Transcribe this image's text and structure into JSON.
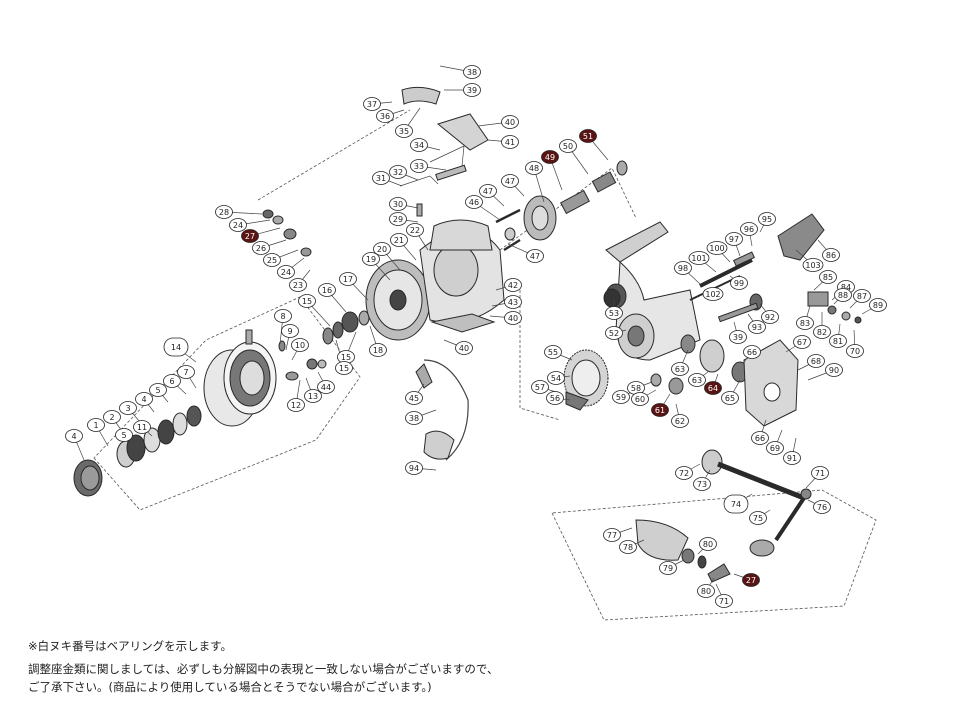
{
  "callouts": [
    {
      "n": "38",
      "b": false
    },
    {
      "n": "39",
      "b": false
    },
    {
      "n": "37",
      "b": false
    },
    {
      "n": "36",
      "b": false
    },
    {
      "n": "35",
      "b": false
    },
    {
      "n": "40",
      "b": false
    },
    {
      "n": "41",
      "b": false
    },
    {
      "n": "34",
      "b": false
    },
    {
      "n": "33",
      "b": false
    },
    {
      "n": "32",
      "b": false
    },
    {
      "n": "31",
      "b": false
    },
    {
      "n": "51",
      "b": true
    },
    {
      "n": "50",
      "b": false
    },
    {
      "n": "49",
      "b": true
    },
    {
      "n": "48",
      "b": false
    },
    {
      "n": "47",
      "b": false
    },
    {
      "n": "47",
      "b": false
    },
    {
      "n": "46",
      "b": false
    },
    {
      "n": "47",
      "b": false
    },
    {
      "n": "30",
      "b": false
    },
    {
      "n": "29",
      "b": false
    },
    {
      "n": "28",
      "b": false
    },
    {
      "n": "24",
      "b": false
    },
    {
      "n": "27",
      "b": true
    },
    {
      "n": "26",
      "b": false
    },
    {
      "n": "25",
      "b": false
    },
    {
      "n": "24",
      "b": false
    },
    {
      "n": "23",
      "b": false
    },
    {
      "n": "22",
      "b": false
    },
    {
      "n": "21",
      "b": false
    },
    {
      "n": "20",
      "b": false
    },
    {
      "n": "19",
      "b": false
    },
    {
      "n": "17",
      "b": false
    },
    {
      "n": "16",
      "b": false
    },
    {
      "n": "15",
      "b": false
    },
    {
      "n": "15",
      "b": false
    },
    {
      "n": "15",
      "b": false
    },
    {
      "n": "18",
      "b": false
    },
    {
      "n": "42",
      "b": false
    },
    {
      "n": "43",
      "b": false
    },
    {
      "n": "40",
      "b": false
    },
    {
      "n": "40",
      "b": false
    },
    {
      "n": "8",
      "b": false
    },
    {
      "n": "9",
      "b": false
    },
    {
      "n": "10",
      "b": false
    },
    {
      "n": "14",
      "b": false
    },
    {
      "n": "7",
      "b": false
    },
    {
      "n": "6",
      "b": false
    },
    {
      "n": "5",
      "b": false
    },
    {
      "n": "4",
      "b": false
    },
    {
      "n": "3",
      "b": false
    },
    {
      "n": "2",
      "b": false
    },
    {
      "n": "1",
      "b": false
    },
    {
      "n": "4",
      "b": false
    },
    {
      "n": "5",
      "b": false
    },
    {
      "n": "11",
      "b": false
    },
    {
      "n": "12",
      "b": false
    },
    {
      "n": "13",
      "b": false
    },
    {
      "n": "44",
      "b": false
    },
    {
      "n": "45",
      "b": false
    },
    {
      "n": "38",
      "b": false
    },
    {
      "n": "94",
      "b": false
    },
    {
      "n": "95",
      "b": false
    },
    {
      "n": "96",
      "b": false
    },
    {
      "n": "97",
      "b": false
    },
    {
      "n": "100",
      "b": false
    },
    {
      "n": "101",
      "b": false
    },
    {
      "n": "98",
      "b": false
    },
    {
      "n": "99",
      "b": false
    },
    {
      "n": "102",
      "b": false
    },
    {
      "n": "53",
      "b": false
    },
    {
      "n": "52",
      "b": false
    },
    {
      "n": "55",
      "b": false
    },
    {
      "n": "54",
      "b": false
    },
    {
      "n": "57",
      "b": false
    },
    {
      "n": "56",
      "b": false
    },
    {
      "n": "58",
      "b": false
    },
    {
      "n": "59",
      "b": false
    },
    {
      "n": "60",
      "b": false
    },
    {
      "n": "61",
      "b": true
    },
    {
      "n": "62",
      "b": false
    },
    {
      "n": "63",
      "b": false
    },
    {
      "n": "63",
      "b": false
    },
    {
      "n": "64",
      "b": true
    },
    {
      "n": "65",
      "b": false
    },
    {
      "n": "66",
      "b": false
    },
    {
      "n": "66",
      "b": false
    },
    {
      "n": "67",
      "b": false
    },
    {
      "n": "68",
      "b": false
    },
    {
      "n": "69",
      "b": false
    },
    {
      "n": "90",
      "b": false
    },
    {
      "n": "91",
      "b": false
    },
    {
      "n": "92",
      "b": false
    },
    {
      "n": "93",
      "b": false
    },
    {
      "n": "39",
      "b": false
    },
    {
      "n": "103",
      "b": false
    },
    {
      "n": "86",
      "b": false
    },
    {
      "n": "85",
      "b": false
    },
    {
      "n": "84",
      "b": false
    },
    {
      "n": "87",
      "b": false
    },
    {
      "n": "89",
      "b": false
    },
    {
      "n": "88",
      "b": false
    },
    {
      "n": "83",
      "b": false
    },
    {
      "n": "82",
      "b": false
    },
    {
      "n": "81",
      "b": false
    },
    {
      "n": "70",
      "b": false
    },
    {
      "n": "71",
      "b": false
    },
    {
      "n": "72",
      "b": false
    },
    {
      "n": "73",
      "b": false
    },
    {
      "n": "74",
      "b": false
    },
    {
      "n": "75",
      "b": false
    },
    {
      "n": "76",
      "b": false
    },
    {
      "n": "77",
      "b": false
    },
    {
      "n": "78",
      "b": false
    },
    {
      "n": "79",
      "b": false
    },
    {
      "n": "80",
      "b": false
    },
    {
      "n": "80",
      "b": false
    },
    {
      "n": "27",
      "b": true
    },
    {
      "n": "71",
      "b": false
    }
  ],
  "notes": {
    "bearing_note": "※白ヌキ番号はベアリングを示します。",
    "adjust_note_1": "調整座金類に関しましては、必ずしも分解図中の表現と一致しない場合がございますので、",
    "adjust_note_2": "ご了承下さい。(商品により使用している場合とそうでない場合がございます。)"
  },
  "colors": {
    "bearing_fill": "#5a1414",
    "outline": "#222222",
    "shade": "#bbbbbb"
  }
}
